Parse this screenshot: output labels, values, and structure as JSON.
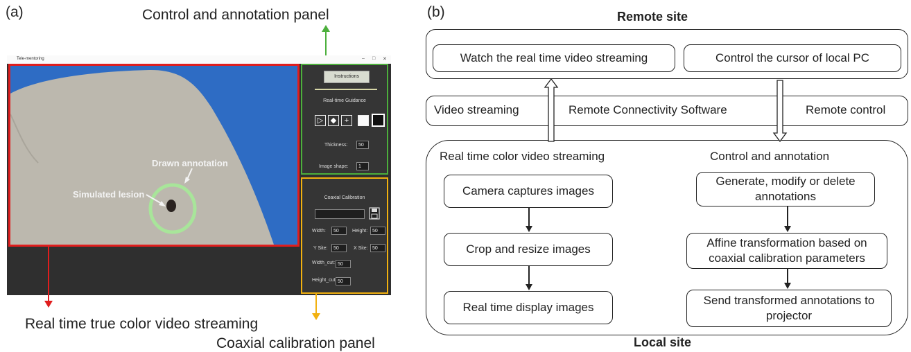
{
  "panel_a": {
    "label": "(a)",
    "control_panel_caption": "Control and annotation panel",
    "video_caption": "Real time true color video streaming",
    "calibration_caption": "Coaxial calibration panel",
    "colors": {
      "video_border": "#e01d1d",
      "control_border": "#4caf3c",
      "calibration_border": "#f2b10f"
    },
    "window": {
      "title": "Tele-mentoring",
      "video": {
        "drawn_annotation_label": "Drawn annotation",
        "simulated_lesion_label": "Simulated lesion"
      },
      "control": {
        "instructions_button": "Instructions",
        "heading": "Real-time Guidance",
        "tools": [
          "play-icon",
          "eraser-icon",
          "plus-icon",
          "white-swatch",
          "black-swatch"
        ],
        "thickness_label": "Thickness:",
        "thickness_value": "50",
        "image_shape_label": "Image shape:",
        "image_shape_value": "1"
      },
      "calibration": {
        "heading": "Coaxial Calibration",
        "width_label": "Width:",
        "width_value": "50",
        "height_label": "Height:",
        "height_value": "50",
        "y_site_label": "Y Site:",
        "y_site_value": "50",
        "x_site_label": "X Site:",
        "x_site_value": "50",
        "width_cut_label": "Width_cut:",
        "width_cut_value": "50",
        "height_cut_label": "Height_cut:",
        "height_cut_value": "50"
      }
    }
  },
  "panel_b": {
    "label": "(b)",
    "remote_site": "Remote site",
    "local_site": "Local site",
    "remote_boxes": [
      "Watch the real time video streaming",
      "Control the cursor of local PC"
    ],
    "middle": {
      "left": "Video streaming",
      "center": "Remote Connectivity Software",
      "right": "Remote control"
    },
    "local_left_heading": "Real time color video streaming",
    "local_left_steps": [
      "Camera captures images",
      "Crop and resize images",
      "Real time display images"
    ],
    "local_right_heading": "Control and annotation",
    "local_right_steps": [
      "Generate, modify or delete annotations",
      "Affine transformation based on coaxial calibration parameters",
      "Send transformed annotations to projector"
    ]
  }
}
